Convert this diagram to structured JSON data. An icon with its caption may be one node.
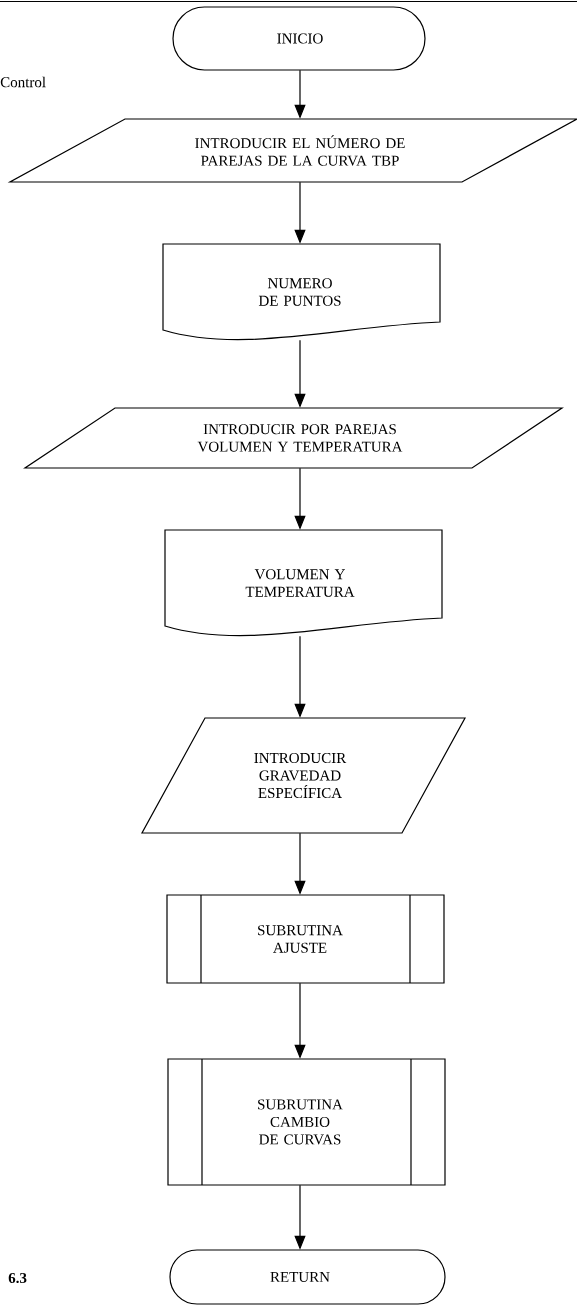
{
  "diagram": {
    "nodes": [
      {
        "text": [
          "INICIO"
        ]
      },
      {
        "text": [
          "INTRODUCIR EL NÚMERO DE PAREJAS DE LA CURVA TBP"
        ]
      },
      {
        "text": [
          "NUMERO DE PUNTOS"
        ]
      },
      {
        "text": [
          "INTRODUCIR POR PAREJAS VOLUMEN Y TEMPERATURA"
        ]
      },
      {
        "text": [
          "VOLUMEN Y TEMPERATURA"
        ]
      },
      {
        "text": [
          "INTRODUCIR GRAVEDAD ESPECÍFICA"
        ]
      },
      {
        "text": [
          "SUBRUTINA AJUSTE"
        ]
      },
      {
        "text": [
          "SUBRUTINA CAMBIO DE CURVAS"
        ]
      },
      {
        "text": [
          "RETURN"
        ]
      }
    ],
    "edges": [
      {
        "from": 0,
        "to": 1,
        "arrow": "to"
      },
      {
        "from": 1,
        "to": 2,
        "arrow": "to"
      },
      {
        "from": 2,
        "to": 3,
        "arrow": "to"
      },
      {
        "from": 3,
        "to": 4,
        "arrow": "to"
      },
      {
        "from": 4,
        "to": 5,
        "arrow": "to"
      },
      {
        "from": 5,
        "to": 6,
        "arrow": "to"
      },
      {
        "from": 6,
        "to": 7,
        "arrow": "to"
      },
      {
        "from": 7,
        "to": 8,
        "arrow": "to"
      }
    ],
    "labels": [
      "Control",
      "6.3"
    ]
  }
}
